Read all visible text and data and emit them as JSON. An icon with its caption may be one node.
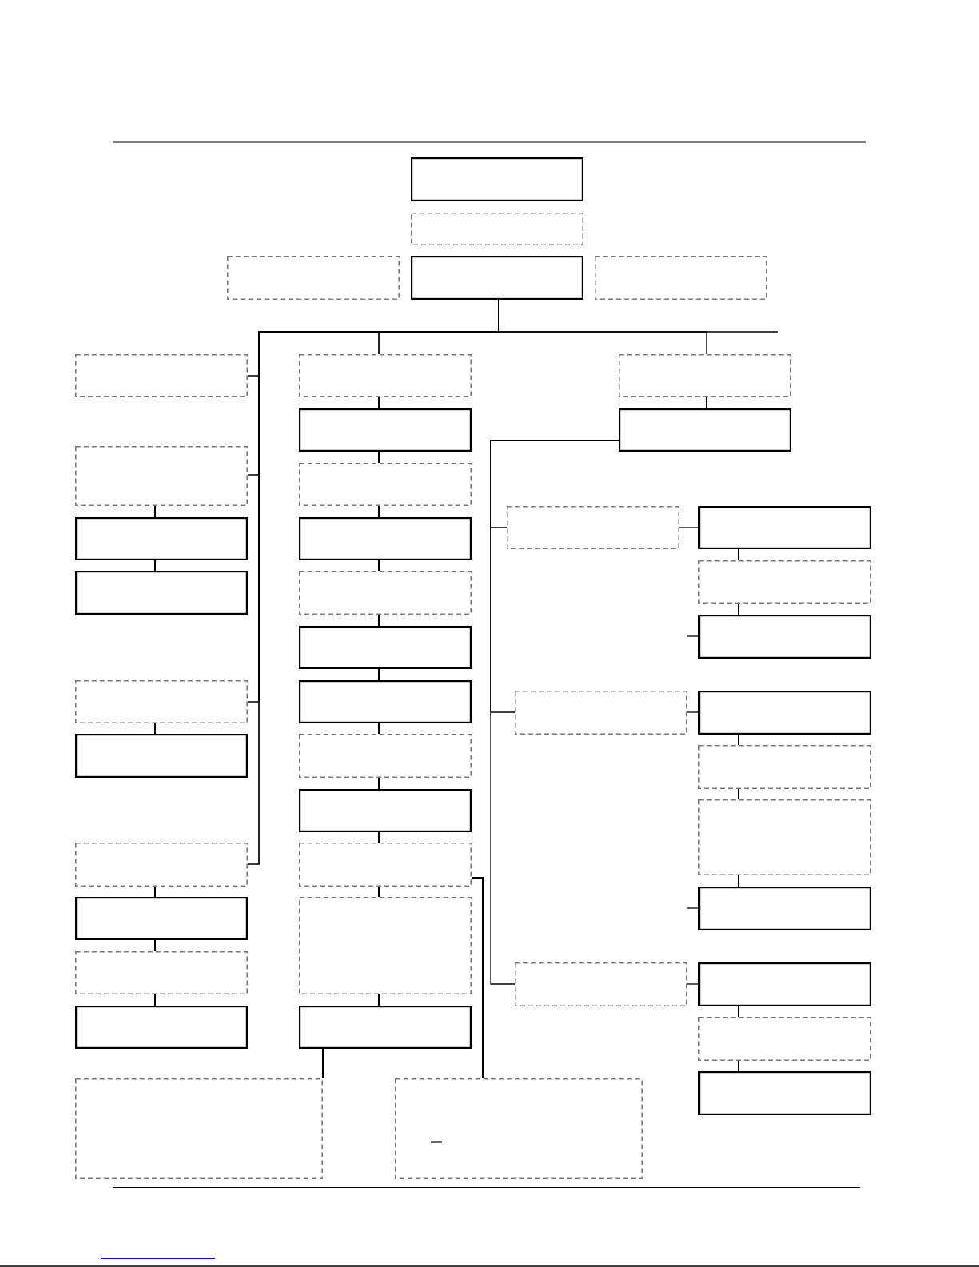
{
  "diagram": {
    "nodes": [
      {
        "text": [],
        "shape": "box"
      },
      {
        "text": [],
        "shape": "box"
      },
      {
        "text": [],
        "shape": "box"
      },
      {
        "text": [],
        "shape": "box"
      },
      {
        "text": [],
        "shape": "box"
      },
      {
        "text": [],
        "shape": "box"
      },
      {
        "text": [],
        "shape": "box"
      },
      {
        "text": [],
        "shape": "box"
      },
      {
        "text": [],
        "shape": "box"
      },
      {
        "text": [],
        "shape": "box"
      },
      {
        "text": [],
        "shape": "box"
      },
      {
        "text": [],
        "shape": "box"
      },
      {
        "text": [],
        "shape": "box"
      },
      {
        "text": [],
        "shape": "box"
      },
      {
        "text": [],
        "shape": "box"
      },
      {
        "text": [],
        "shape": "box"
      },
      {
        "text": [],
        "shape": "box"
      },
      {
        "text": [],
        "shape": "box"
      },
      {
        "text": [],
        "shape": "box"
      },
      {
        "text": [],
        "shape": "box"
      },
      {
        "text": [],
        "shape": "box"
      },
      {
        "text": [],
        "shape": "box"
      },
      {
        "text": [],
        "shape": "box"
      },
      {
        "text": [],
        "shape": "box"
      },
      {
        "text": [],
        "shape": "box"
      },
      {
        "text": [],
        "shape": "box"
      },
      {
        "text": [],
        "shape": "box"
      },
      {
        "text": [],
        "shape": "box"
      },
      {
        "text": [],
        "shape": "box"
      },
      {
        "text": [],
        "shape": "box"
      },
      {
        "text": [],
        "shape": "box"
      },
      {
        "text": [],
        "shape": "box"
      },
      {
        "text": [],
        "shape": "box"
      },
      {
        "text": [],
        "shape": "box"
      },
      {
        "text": [],
        "shape": "box"
      },
      {
        "text": [],
        "shape": "box"
      },
      {
        "text": [],
        "shape": "box"
      },
      {
        "text": [],
        "shape": "box"
      },
      {
        "text": [],
        "shape": "box"
      },
      {
        "text": [],
        "shape": "box"
      },
      {
        "text": [],
        "shape": "box"
      },
      {
        "text": [],
        "shape": "box"
      },
      {
        "text": [],
        "shape": "box"
      },
      {
        "text": [],
        "shape": "box"
      }
    ],
    "edges": [
      {
        "from": 3,
        "to": 5,
        "arrow": "none"
      },
      {
        "from": 3,
        "to": 6,
        "arrow": "none"
      },
      {
        "from": 3,
        "to": 9,
        "arrow": "none"
      },
      {
        "from": 3,
        "to": 11,
        "arrow": "none"
      },
      {
        "from": 3,
        "to": 15,
        "arrow": "none"
      },
      {
        "from": 3,
        "to": 27,
        "arrow": "none"
      },
      {
        "from": 3,
        "to": null,
        "arrow": "none"
      },
      {
        "from": 6,
        "to": 7,
        "arrow": "none"
      },
      {
        "from": 7,
        "to": 8,
        "arrow": "none"
      },
      {
        "from": 9,
        "to": 10,
        "arrow": "none"
      },
      {
        "from": 11,
        "to": 12,
        "arrow": "none"
      },
      {
        "from": 12,
        "to": 13,
        "arrow": "none"
      },
      {
        "from": 13,
        "to": 14,
        "arrow": "none"
      },
      {
        "from": 15,
        "to": 16,
        "arrow": "none"
      },
      {
        "from": 16,
        "to": 17,
        "arrow": "none"
      },
      {
        "from": 17,
        "to": 18,
        "arrow": "none"
      },
      {
        "from": 18,
        "to": 19,
        "arrow": "none"
      },
      {
        "from": 19,
        "to": 20,
        "arrow": "none"
      },
      {
        "from": 20,
        "to": 21,
        "arrow": "none"
      },
      {
        "from": 21,
        "to": 22,
        "arrow": "none"
      },
      {
        "from": 22,
        "to": 23,
        "arrow": "none"
      },
      {
        "from": 23,
        "to": 24,
        "arrow": "none"
      },
      {
        "from": 24,
        "to": 25,
        "arrow": "none"
      },
      {
        "from": 25,
        "to": 26,
        "arrow": "none"
      },
      {
        "from": 26,
        "to": 42,
        "arrow": "none"
      },
      {
        "from": 24,
        "to": 43,
        "arrow": "none"
      },
      {
        "from": 27,
        "to": 28,
        "arrow": "none"
      },
      {
        "from": 28,
        "to": 29,
        "arrow": "none"
      },
      {
        "from": 28,
        "to": 33,
        "arrow": "none"
      },
      {
        "from": 28,
        "to": 38,
        "arrow": "none"
      },
      {
        "from": 29,
        "to": 30,
        "arrow": "none"
      },
      {
        "from": 30,
        "to": 31,
        "arrow": "none"
      },
      {
        "from": 31,
        "to": 32,
        "arrow": "none"
      },
      {
        "from": null,
        "to": 32,
        "arrow": "none"
      },
      {
        "from": 33,
        "to": 34,
        "arrow": "none"
      },
      {
        "from": 34,
        "to": 35,
        "arrow": "none"
      },
      {
        "from": 35,
        "to": 36,
        "arrow": "none"
      },
      {
        "from": 36,
        "to": 37,
        "arrow": "none"
      },
      {
        "from": null,
        "to": 37,
        "arrow": "none"
      },
      {
        "from": 38,
        "to": 39,
        "arrow": "none"
      },
      {
        "from": 39,
        "to": 40,
        "arrow": "none"
      },
      {
        "from": 40,
        "to": 41,
        "arrow": "none"
      }
    ]
  }
}
